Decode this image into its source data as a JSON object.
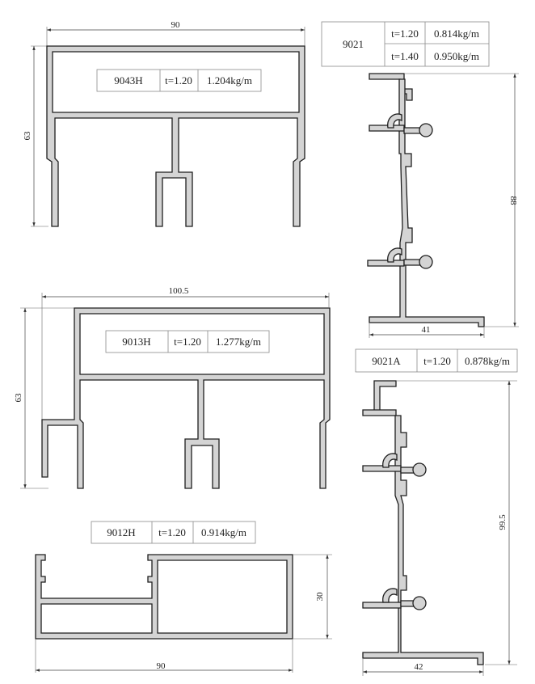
{
  "profiles": {
    "p9043h": {
      "code": "9043H",
      "thickness": "t=1.20",
      "weight": "1.204kg/m",
      "dim_width": "90",
      "dim_height": "63"
    },
    "p9021": {
      "code": "9021",
      "rows": [
        {
          "thickness": "t=1.20",
          "weight": "0.814kg/m"
        },
        {
          "thickness": "t=1.40",
          "weight": "0.950kg/m"
        }
      ],
      "dim_height": "88",
      "dim_width": "41"
    },
    "p9013h": {
      "code": "9013H",
      "thickness": "t=1.20",
      "weight": "1.277kg/m",
      "dim_width": "100.5",
      "dim_height": "63"
    },
    "p9021a": {
      "code": "9021A",
      "thickness": "t=1.20",
      "weight": "0.878kg/m",
      "dim_height": "99.5",
      "dim_width": "42"
    },
    "p9012h": {
      "code": "9012H",
      "thickness": "t=1.20",
      "weight": "0.914kg/m",
      "dim_width": "90",
      "dim_height": "30"
    }
  },
  "colors": {
    "profile_fill": "#d4d4d4",
    "outline": "#1e1e1e",
    "table_border": "#8a8a8a"
  }
}
